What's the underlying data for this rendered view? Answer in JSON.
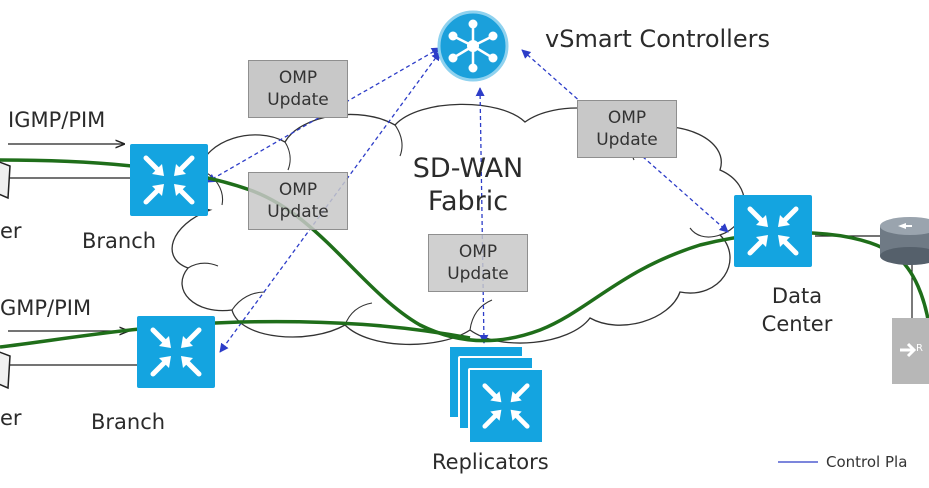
{
  "labels": {
    "vsmart": "vSmart Controllers",
    "fabric_line1": "SD-WAN",
    "fabric_line2": "Fabric",
    "igmp_top": "IGMP/PIM",
    "igmp_bottom": "GMP/PIM",
    "branch_top": "Branch",
    "branch_bottom": "Branch",
    "receiver_top_partial": "er",
    "receiver_bottom_partial": "er",
    "dc_line1": "Data",
    "dc_line2": "Center",
    "replicators": "Replicators",
    "router_partial": "R"
  },
  "omp_boxes": [
    {
      "line1": "OMP",
      "line2": "Update"
    },
    {
      "line1": "OMP",
      "line2": "Update"
    },
    {
      "line1": "OMP",
      "line2": "Update"
    },
    {
      "line1": "OMP",
      "line2": "Update"
    }
  ],
  "legend": {
    "control_plane": "Control Pla"
  },
  "colors": {
    "switch_blue": "#14a4e0",
    "controller_blue": "#1ba0db",
    "data_plane_green": "#1f6e1a",
    "control_plane_blue": "#2d3dc8",
    "omp_grey": "#c8c8c8"
  },
  "icons": {
    "controller": "hub-icon",
    "switch": "switch-arrows-icon",
    "router": "router-icon",
    "receiver": "receiver-device-icon"
  }
}
